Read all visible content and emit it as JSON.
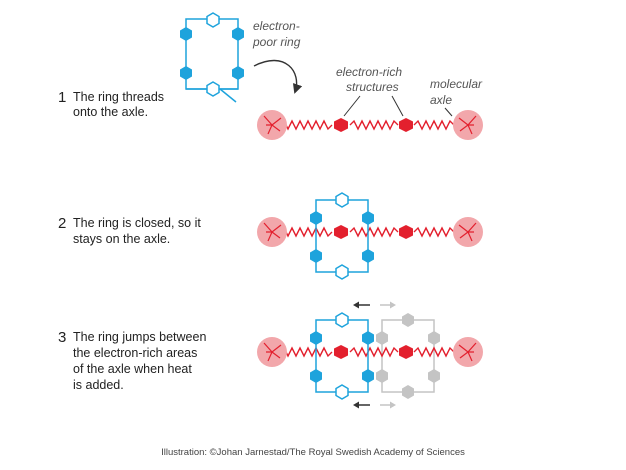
{
  "labels": {
    "poor_ring_line1": "electron-",
    "poor_ring_line2": "poor ring",
    "rich_line1": "electron-rich",
    "rich_line2": "structures",
    "axle_line1": "molecular",
    "axle_line2": "axle"
  },
  "steps": [
    {
      "num": "1",
      "lines": [
        "The ring threads",
        "onto the axle."
      ]
    },
    {
      "num": "2",
      "lines": [
        "The ring is closed, so it",
        "stays on the axle."
      ]
    },
    {
      "num": "3",
      "lines": [
        "The ring jumps between",
        "the electron-rich areas",
        "of the axle when heat",
        "is added."
      ]
    }
  ],
  "credit": "Illustration: ©Johan Jarnestad/The Royal Swedish Academy of Sciences",
  "colors": {
    "ring_blue": "#1ea3dc",
    "rich_red": "#e3202e",
    "stopper_pink": "#f2a7ab",
    "ghost_gray": "#c4c4c4",
    "arrow_dark": "#333333"
  }
}
